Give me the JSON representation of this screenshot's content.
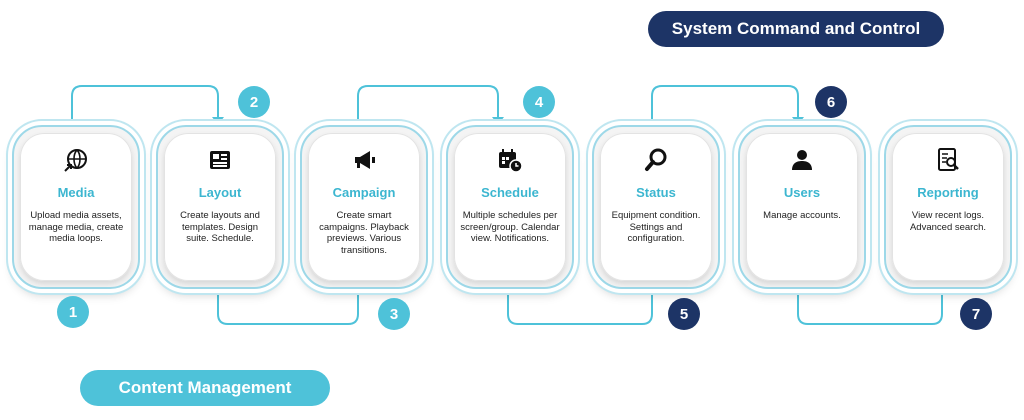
{
  "headers": {
    "top": "System Command and Control",
    "bottom": "Content Management"
  },
  "colors": {
    "navy": "#1d3466",
    "cyan": "#4ec2d9",
    "title": "#3cb6d0"
  },
  "steps": [
    {
      "number": "1",
      "title": "Media",
      "icon": "globe-arrow-icon",
      "desc": "Upload media assets, manage media, create media loops."
    },
    {
      "number": "2",
      "title": "Layout",
      "icon": "layout-icon",
      "desc": "Create layouts and templates. Design suite. Schedule."
    },
    {
      "number": "3",
      "title": "Campaign",
      "icon": "megaphone-icon",
      "desc": "Create smart campaigns. Playback previews. Various transitions."
    },
    {
      "number": "4",
      "title": "Schedule",
      "icon": "calendar-clock-icon",
      "desc": "Multiple schedules per screen/group. Calendar view. Notifications."
    },
    {
      "number": "5",
      "title": "Status",
      "icon": "magnifier-icon",
      "desc": "Equipment condition. Settings and configuration."
    },
    {
      "number": "6",
      "title": "Users",
      "icon": "user-icon",
      "desc": "Manage accounts."
    },
    {
      "number": "7",
      "title": "Reporting",
      "icon": "report-icon",
      "desc": "View recent logs. Advanced search."
    }
  ]
}
